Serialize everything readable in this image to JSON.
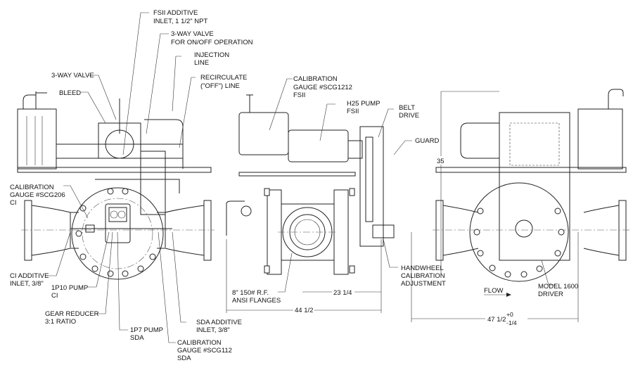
{
  "labels": {
    "fsii_inlet": [
      "FSII ADDITIVE",
      "INLET, 1 1/2\" NPT"
    ],
    "valve_onoff": [
      "3-WAY VALVE",
      "FOR ON/OFF OPERATION"
    ],
    "injection_line": [
      "INJECTION",
      "LINE"
    ],
    "three_way_valve": [
      "3-WAY VALVE"
    ],
    "bleed": [
      "BLEED"
    ],
    "recirculate_line": [
      "RECIRCULATE",
      "(\"OFF\") LINE"
    ],
    "cal_gauge_ci": [
      "CALIBRATION",
      "GAUGE #SCG206",
      "CI"
    ],
    "ci_inlet": [
      "CI ADDITIVE",
      "INLET, 3/8\""
    ],
    "pump_1p10": [
      "1P10 PUMP",
      "CI"
    ],
    "gear_reducer": [
      "GEAR REDUCER",
      "3:1 RATIO"
    ],
    "pump_1p7": [
      "1P7 PUMP",
      "SDA"
    ],
    "sda_inlet": [
      "SDA ADDITIVE",
      "INLET, 3/8\""
    ],
    "cal_gauge_sda": [
      "CALIBRATION",
      "GAUGE #SCG112",
      "SDA"
    ],
    "cal_gauge_fsii": [
      "CALIBRATION",
      "GAUGE #SCG1212",
      "FSII"
    ],
    "pump_h25": [
      "H25 PUMP",
      "FSII"
    ],
    "belt_drive": [
      "BELT",
      "DRIVE"
    ],
    "guard": [
      "GUARD"
    ],
    "handwheel": [
      "HANDWHEEL",
      "CALIBRATION",
      "ADJUSTMENT"
    ],
    "flanges": [
      "8\" 150# R.F.",
      "ANSI FLANGES"
    ],
    "model": [
      "MODEL 1600",
      "DRIVER"
    ],
    "flow": [
      "FLOW"
    ]
  },
  "dimensions": {
    "height": "35",
    "half_width": "23 1/4",
    "side_width": "44 1/2",
    "overall_length": "47 1/2",
    "tol_plus": "+0",
    "tol_minus": "-1/4"
  }
}
